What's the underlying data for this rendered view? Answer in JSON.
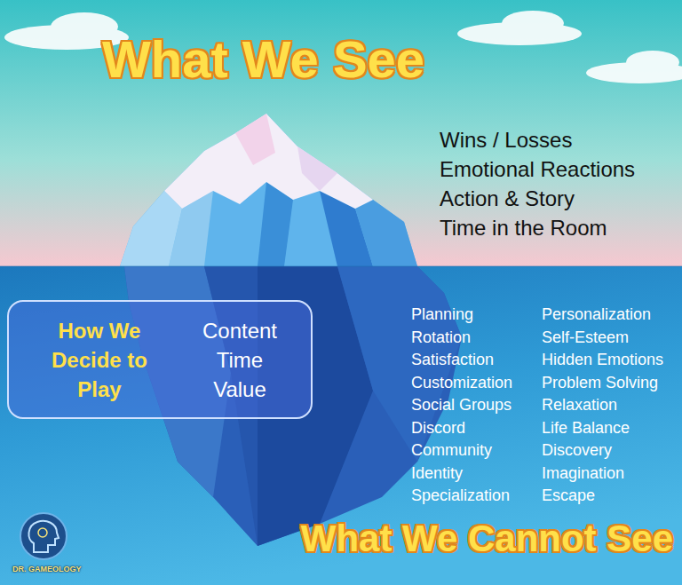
{
  "diagram": {
    "title": "What We See",
    "nodes": [
      {
        "text": [
          "How We Decide to Play",
          "Content Time Value"
        ]
      }
    ],
    "labels": [
      "Wins / Losses",
      "Emotional Reactions",
      "Action & Story",
      "Time in the Room",
      "Planning",
      "Rotation",
      "Satisfaction",
      "Customization",
      "Social Groups",
      "Discord",
      "Community",
      "Identity",
      "Specialization",
      "Personalization",
      "Self-Esteem",
      "Hidden Emotions",
      "Problem Solving",
      "Relaxation",
      "Life Balance",
      "Discovery",
      "Imagination",
      "Escape",
      "What We Cannot See",
      "DR. GAMEOLOGY"
    ]
  }
}
